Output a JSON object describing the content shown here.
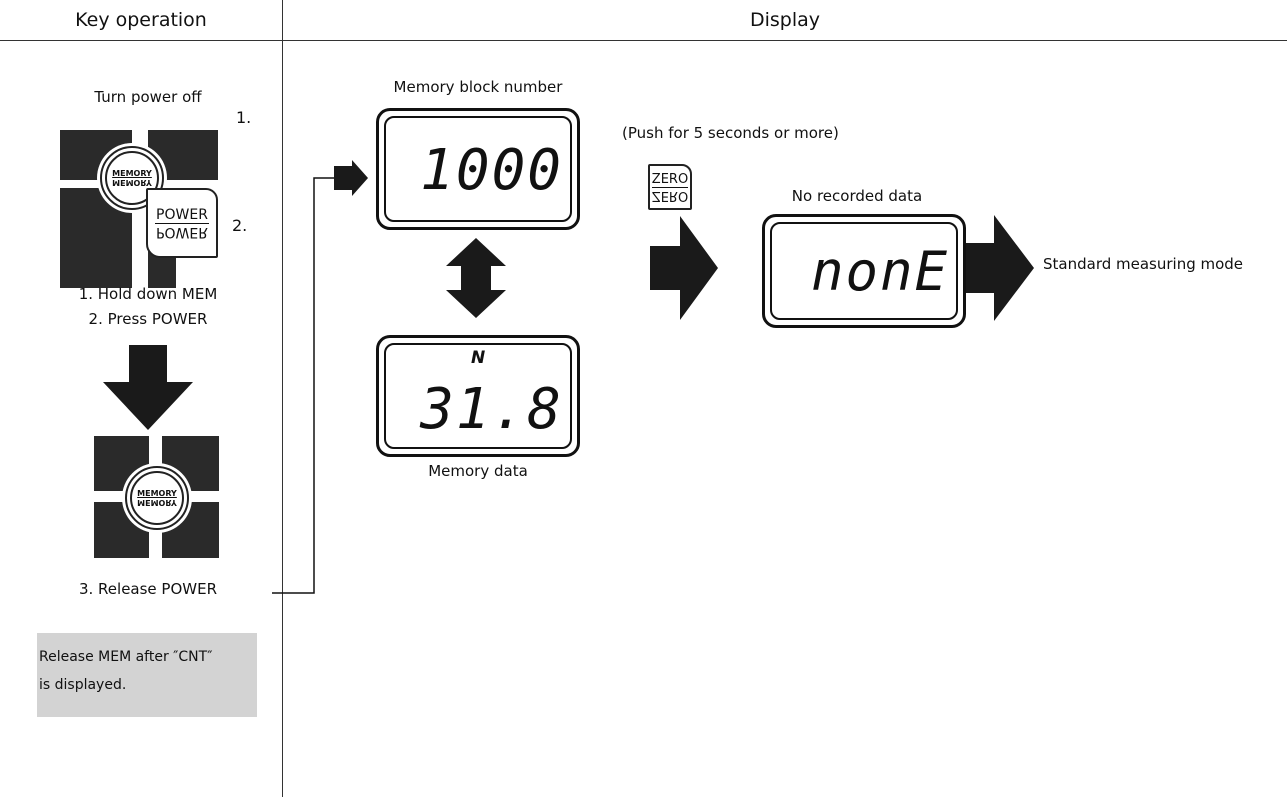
{
  "header": {
    "key_operation": "Key operation",
    "display": "Display"
  },
  "left": {
    "turn_power_off": "Turn power off",
    "callout_1": "1.",
    "callout_2": "2.",
    "memory_key_label": "MEMORY",
    "power_key_label": "POWER",
    "step_1": "1. Hold down MEM",
    "step_2": "2. Press POWER",
    "step_3": "3. Release POWER",
    "note_line_1": "Release MEM after ″CNT″",
    "note_line_2": "is displayed."
  },
  "display": {
    "memory_block_label": "Memory block number",
    "memory_block_value": "1000",
    "memory_data_unit": "N",
    "memory_data_value": "31.8",
    "memory_data_label": "Memory data",
    "push_instruction": "(Push for 5 seconds or more)",
    "zero_key_label": "ZERO",
    "no_data_label": "No recorded data",
    "no_data_value": "nonE",
    "standard_mode": "Standard measuring mode"
  },
  "colors": {
    "key_fill": "#2a2a2a",
    "arrow_fill": "#1a1a1a",
    "note_bg": "#d3d3d3"
  }
}
